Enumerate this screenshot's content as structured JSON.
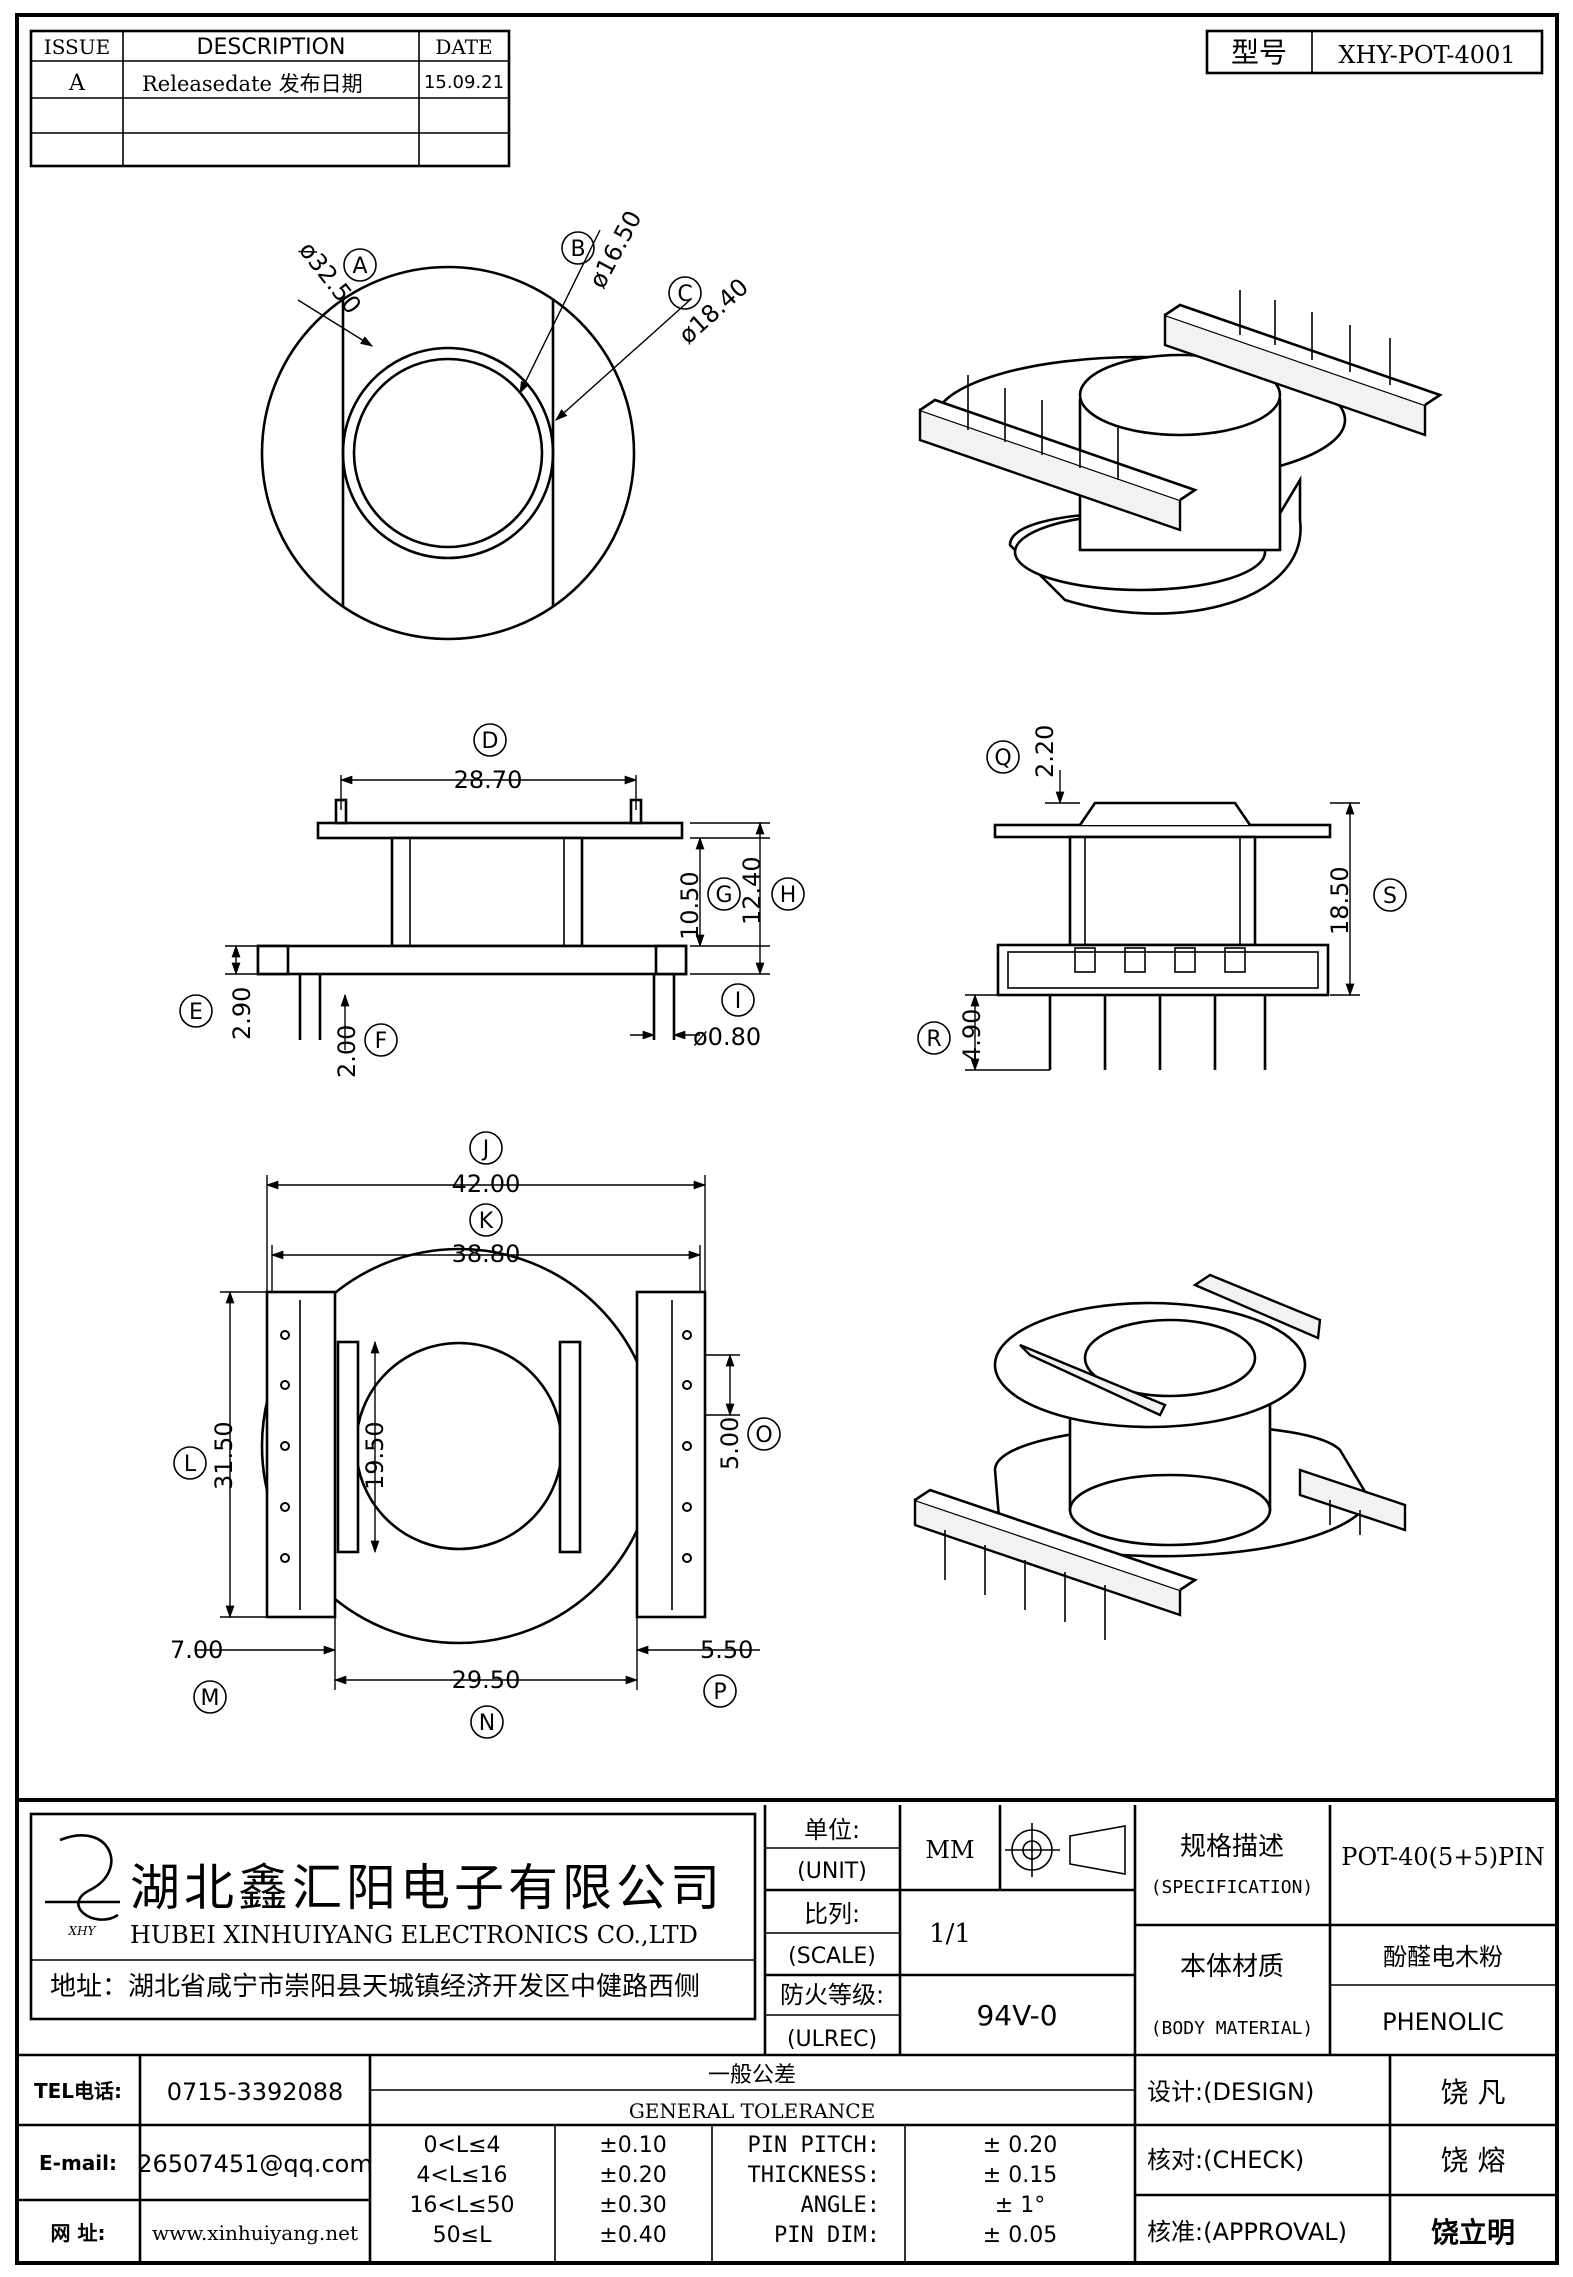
{
  "revision_table": {
    "headers": [
      "ISSUE",
      "DESCRIPTION",
      "DATE"
    ],
    "rows": [
      {
        "issue": "A",
        "description": "Releasedate 发布日期",
        "date": "15.09.21"
      },
      {
        "issue": "",
        "description": "",
        "date": ""
      },
      {
        "issue": "",
        "description": "",
        "date": ""
      }
    ]
  },
  "model": {
    "label": "型号",
    "value": "XHY-POT-4001"
  },
  "dimensions": {
    "A": "ø32.50",
    "B": "ø16.50",
    "C": "ø18.40",
    "D": "28.70",
    "E": "2.90",
    "F": "2.00",
    "G": "10.50",
    "H": "12.40",
    "I": "ø0.80",
    "Q": "2.20",
    "S": "18.50",
    "R": "4.90",
    "J": "42.00",
    "K": "38.80",
    "L": "31.50",
    "O": "5.00",
    "N": "29.50",
    "M": "7.00",
    "P": "5.50",
    "inner": "19.50"
  },
  "title_block": {
    "company_cn": "湖北鑫汇阳电子有限公司",
    "company_en": "HUBEI XINHUIYANG ELECTRONICS CO.,LTD",
    "address": "地址：湖北省咸宁市崇阳县天城镇经济开发区中健路西侧",
    "unit_label": "单位:",
    "unit_label_en": "(UNIT)",
    "unit_value": "MM",
    "scale_label": "比列:",
    "scale_label_en": "(SCALE)",
    "scale_value": "1/1",
    "fire_label": "防火等级:",
    "fire_label_en": "(ULREC)",
    "fire_value": "94V-0",
    "spec_label": "规格描述",
    "spec_label_en": "(SPECIFICATION)",
    "spec_value": "POT-40(5+5)PIN",
    "material_label": "本体材质",
    "material_label_en": "(BODY MATERIAL)",
    "material_value_cn": "酚醛电木粉",
    "material_value_en": "PHENOLIC",
    "tel_label": "TEL电话:",
    "tel_value": "0715-3392088",
    "email_label": "E-mail:",
    "email_value": "26507451@qq.com",
    "web_label": "网  址:",
    "web_value": "www.xinhuiyang.net",
    "tolerance_title_cn": "一般公差",
    "tolerance_title_en": "GENERAL TOLERANCE",
    "tolerances": [
      {
        "range": "0<L≤4",
        "value": "±0.10",
        "item": "PIN PITCH:",
        "item_value": "± 0.20"
      },
      {
        "range": "4<L≤16",
        "value": "±0.20",
        "item": "THICKNESS:",
        "item_value": "± 0.15"
      },
      {
        "range": "16<L≤50",
        "value": "±0.30",
        "item": "ANGLE:",
        "item_value": "± 1°"
      },
      {
        "range": "50≤L",
        "value": "±0.40",
        "item": "PIN DIM:",
        "item_value": "± 0.05"
      }
    ],
    "design_label": "设计:(DESIGN)",
    "design_value": "饶  凡",
    "check_label": "核对:(CHECK)",
    "check_value": "饶  熔",
    "approval_label": "核准:(APPROVAL)",
    "approval_value": "饶立明"
  }
}
